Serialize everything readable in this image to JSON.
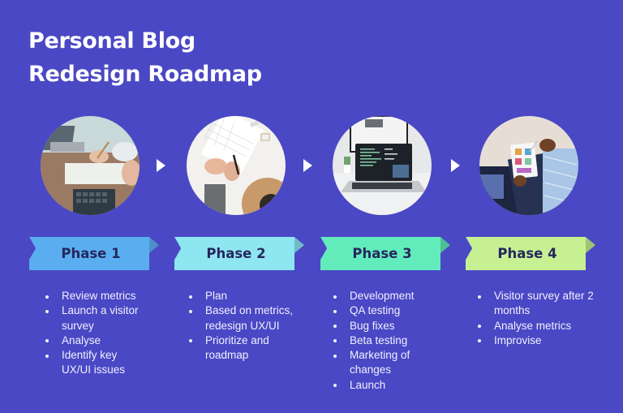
{
  "title": {
    "line1": "Personal Blog",
    "line2": "Redesign Roadmap"
  },
  "colors": {
    "background": "#4a48c4",
    "phase1": "#5aaef0",
    "phase2": "#8ee6f0",
    "phase3": "#62ecbb",
    "phase4": "#c6f092",
    "banner_text": "#26275e",
    "text": "#f1f0ff"
  },
  "phases": [
    {
      "label": "Phase 1",
      "image_icon": "laptop-desk-planning-photo",
      "items": [
        "Review metrics",
        "Launch a visitor survey",
        "Analyse",
        "Identify key UX/UI issues"
      ]
    },
    {
      "label": "Phase 2",
      "image_icon": "notebook-sketching-photo",
      "items": [
        "Plan",
        "Based on metrics, redesign UX/UI",
        "Prioritize and roadmap"
      ]
    },
    {
      "label": "Phase 3",
      "image_icon": "laptop-code-screen-photo",
      "items": [
        "Development",
        "QA testing",
        "Bug fixes",
        "Beta testing",
        "Marketing of changes",
        "Launch"
      ]
    },
    {
      "label": "Phase 4",
      "image_icon": "tablet-analytics-photo",
      "items": [
        "Visitor survey after 2 months",
        "Analyse metrics",
        "Improvise"
      ]
    }
  ]
}
